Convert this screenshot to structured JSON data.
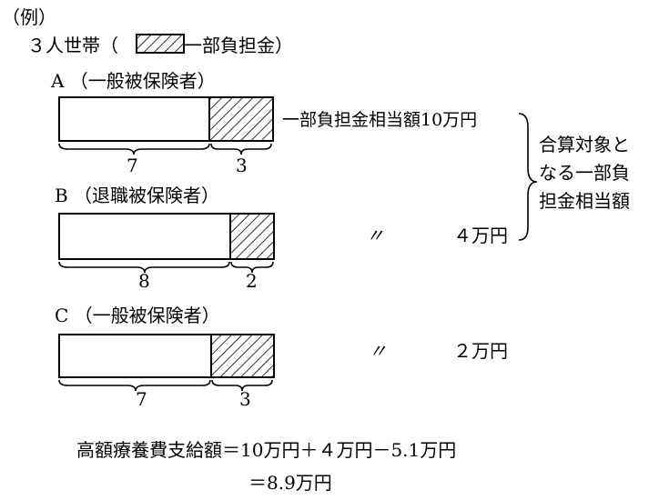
{
  "example_label": "（例）",
  "household": {
    "prefix": "３人世帯（",
    "legend_suffix": "一部負担金）"
  },
  "rows": [
    {
      "label": "A （一般被保険者）",
      "white_value": "7",
      "hatch_value": "3",
      "share_note": "一部負担金相当額10万円"
    },
    {
      "label": "B （退職被保険者）",
      "white_value": "8",
      "hatch_value": "2",
      "ditto": "〃",
      "share_amount": "４万円"
    },
    {
      "label": "C （一般被保険者）",
      "white_value": "7",
      "hatch_value": "3",
      "ditto": "〃",
      "share_amount": "２万円"
    }
  ],
  "aggregate_note": [
    "合算対象と",
    "なる一部負",
    "担金相当額"
  ],
  "formula": {
    "line1": "高額療養費支給額＝10万円＋４万円－5.1万円",
    "line2": "＝8.9万円"
  }
}
